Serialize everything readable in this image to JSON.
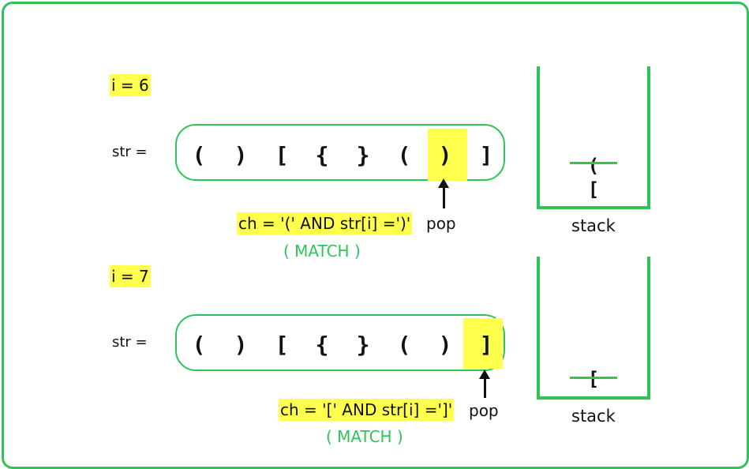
{
  "step1": {
    "i_label": "i = 6",
    "str_label": "str =",
    "chars": [
      "(",
      ")",
      "[",
      "{",
      "}",
      "(",
      ")",
      "]"
    ],
    "condition": "ch = '('  AND str[i] =')'",
    "match": "( MATCH )",
    "pop": "pop",
    "stack_items": [
      "(",
      "["
    ],
    "stack_label": "stack"
  },
  "step2": {
    "i_label": "i = 7",
    "str_label": "str =",
    "chars": [
      "(",
      ")",
      "[",
      "{",
      "}",
      "(",
      ")",
      "]"
    ],
    "condition": "ch = '['  AND str[i] =']'",
    "match": "( MATCH )",
    "pop": "pop",
    "stack_items": [
      "["
    ],
    "stack_label": "stack"
  },
  "colors": {
    "accent": "#2fc45a",
    "highlight": "#ffff4d"
  }
}
